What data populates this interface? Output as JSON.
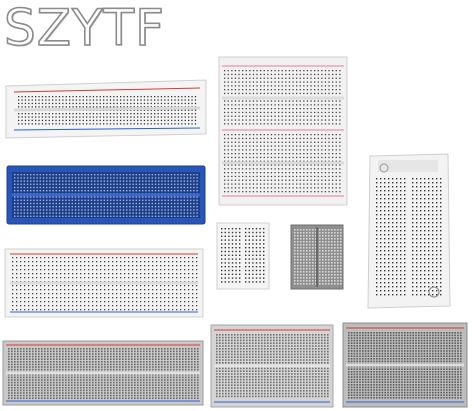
{
  "brand": {
    "text": "SZYTF"
  },
  "colors": {
    "board_white": "#f4f4f4",
    "board_edge": "#d2d2d2",
    "hole": "#2b2b2b",
    "rail_red": "#d23a3a",
    "rail_blue": "#2f5fc8",
    "blue_board": "#2856b8",
    "clear_board": "#9a9a9a",
    "bus_pink": "#e87a9a"
  },
  "boards": [
    {
      "name": "breadboard-long-white",
      "kind": "long-rail"
    },
    {
      "name": "breadboard-long-blue",
      "kind": "blue"
    },
    {
      "name": "breadboard-half-white",
      "kind": "half"
    },
    {
      "name": "breadboard-clear-bottom-left",
      "kind": "clear"
    },
    {
      "name": "breadboard-tall-stack",
      "kind": "stack"
    },
    {
      "name": "breadboard-vertical-white",
      "kind": "vertical"
    },
    {
      "name": "breadboard-mini-white",
      "kind": "mini"
    },
    {
      "name": "breadboard-mini-clear",
      "kind": "mini-clear"
    },
    {
      "name": "breadboard-clear-bottom-middle",
      "kind": "clear"
    },
    {
      "name": "breadboard-clear-bottom-right",
      "kind": "clear"
    }
  ]
}
